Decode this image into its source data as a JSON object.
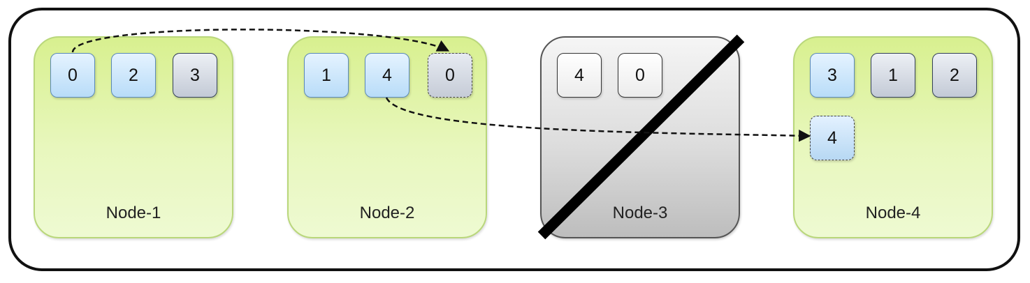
{
  "nodes": [
    {
      "label": "Node-1",
      "shards": [
        "0",
        "2",
        "3"
      ]
    },
    {
      "label": "Node-2",
      "shards": [
        "1",
        "4",
        "0"
      ]
    },
    {
      "label": "Node-3",
      "shards": [
        "4",
        "0"
      ]
    },
    {
      "label": "Node-4",
      "shards": [
        "3",
        "1",
        "2",
        "4"
      ]
    }
  ],
  "colors": {
    "node_live": "#d8f08f",
    "node_dead": "#c9c9c9",
    "primary_shard": "#b8dcf8",
    "replica_shard": "#c3cad6",
    "arrow": "#111111"
  }
}
